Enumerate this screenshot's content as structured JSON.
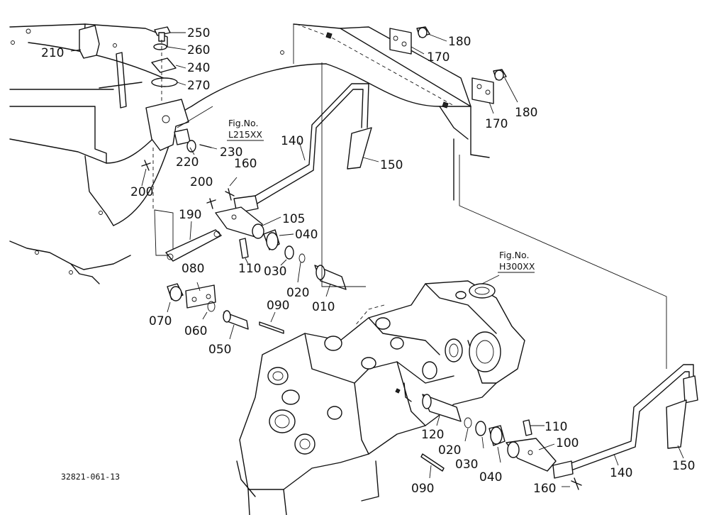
{
  "diagram": {
    "part_labels": [
      {
        "id": "p210",
        "text": "210"
      },
      {
        "id": "p250",
        "text": "250"
      },
      {
        "id": "p260",
        "text": "260"
      },
      {
        "id": "p240",
        "text": "240"
      },
      {
        "id": "p270",
        "text": "270"
      },
      {
        "id": "p180a",
        "text": "180"
      },
      {
        "id": "p170a",
        "text": "170"
      },
      {
        "id": "p180b",
        "text": "180"
      },
      {
        "id": "p170b",
        "text": "170"
      },
      {
        "id": "p140a",
        "text": "140"
      },
      {
        "id": "p150a",
        "text": "150"
      },
      {
        "id": "p230",
        "text": "230"
      },
      {
        "id": "p220",
        "text": "220"
      },
      {
        "id": "p160a",
        "text": "160"
      },
      {
        "id": "p200a",
        "text": "200"
      },
      {
        "id": "p200b",
        "text": "200"
      },
      {
        "id": "p190",
        "text": "190"
      },
      {
        "id": "p105",
        "text": "105"
      },
      {
        "id": "p040a",
        "text": "040"
      },
      {
        "id": "p110a",
        "text": "110"
      },
      {
        "id": "p030a",
        "text": "030"
      },
      {
        "id": "p020a",
        "text": "020"
      },
      {
        "id": "p010",
        "text": "010"
      },
      {
        "id": "p080",
        "text": "080"
      },
      {
        "id": "p070",
        "text": "070"
      },
      {
        "id": "p060",
        "text": "060"
      },
      {
        "id": "p050",
        "text": "050"
      },
      {
        "id": "p090a",
        "text": "090"
      },
      {
        "id": "p120",
        "text": "120"
      },
      {
        "id": "p020b",
        "text": "020"
      },
      {
        "id": "p030b",
        "text": "030"
      },
      {
        "id": "p040b",
        "text": "040"
      },
      {
        "id": "p110b",
        "text": "110"
      },
      {
        "id": "p100",
        "text": "100"
      },
      {
        "id": "p140b",
        "text": "140"
      },
      {
        "id": "p150b",
        "text": "150"
      },
      {
        "id": "p160b",
        "text": "160"
      },
      {
        "id": "p090b",
        "text": "090"
      }
    ],
    "fig_refs": [
      {
        "title": "Fig.No.",
        "code": "L215XX"
      },
      {
        "title": "Fig.No.",
        "code": "H300XX"
      }
    ],
    "drawing_code": "32821-061-13"
  }
}
